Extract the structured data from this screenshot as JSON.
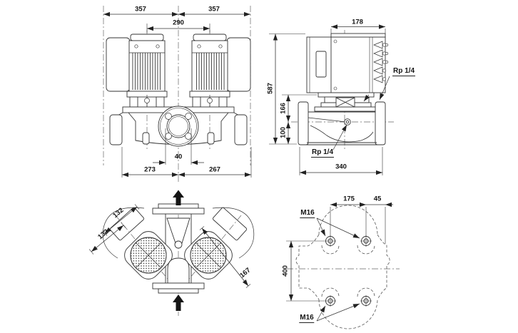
{
  "front_view": {
    "dim_overall_left": "357",
    "dim_overall_right": "357",
    "dim_motor_spacing": "290",
    "dim_port_offset": "40",
    "dim_base_left": "273",
    "dim_base_right": "267"
  },
  "side_view": {
    "dim_box_width": "178",
    "dim_total_height": "587",
    "dim_flange_height": "166",
    "dim_axis_height": "100",
    "dim_body_length": "340",
    "label_tap_top": "Rp 1/4",
    "label_tap_bottom": "Rp 1/4"
  },
  "top_view": {
    "dim_port_upper": "132",
    "dim_port_lower": "132",
    "dim_port_right": "167"
  },
  "bolt_view": {
    "dim_hole_pitch": "175",
    "dim_edge_offset": "45",
    "dim_hole_pitch_v": "400",
    "label_thread_top": "M16",
    "label_thread_bottom": "M16"
  },
  "colors": {
    "line": "#333333",
    "centerline": "#666666",
    "text": "#141414",
    "background": "#ffffff"
  }
}
